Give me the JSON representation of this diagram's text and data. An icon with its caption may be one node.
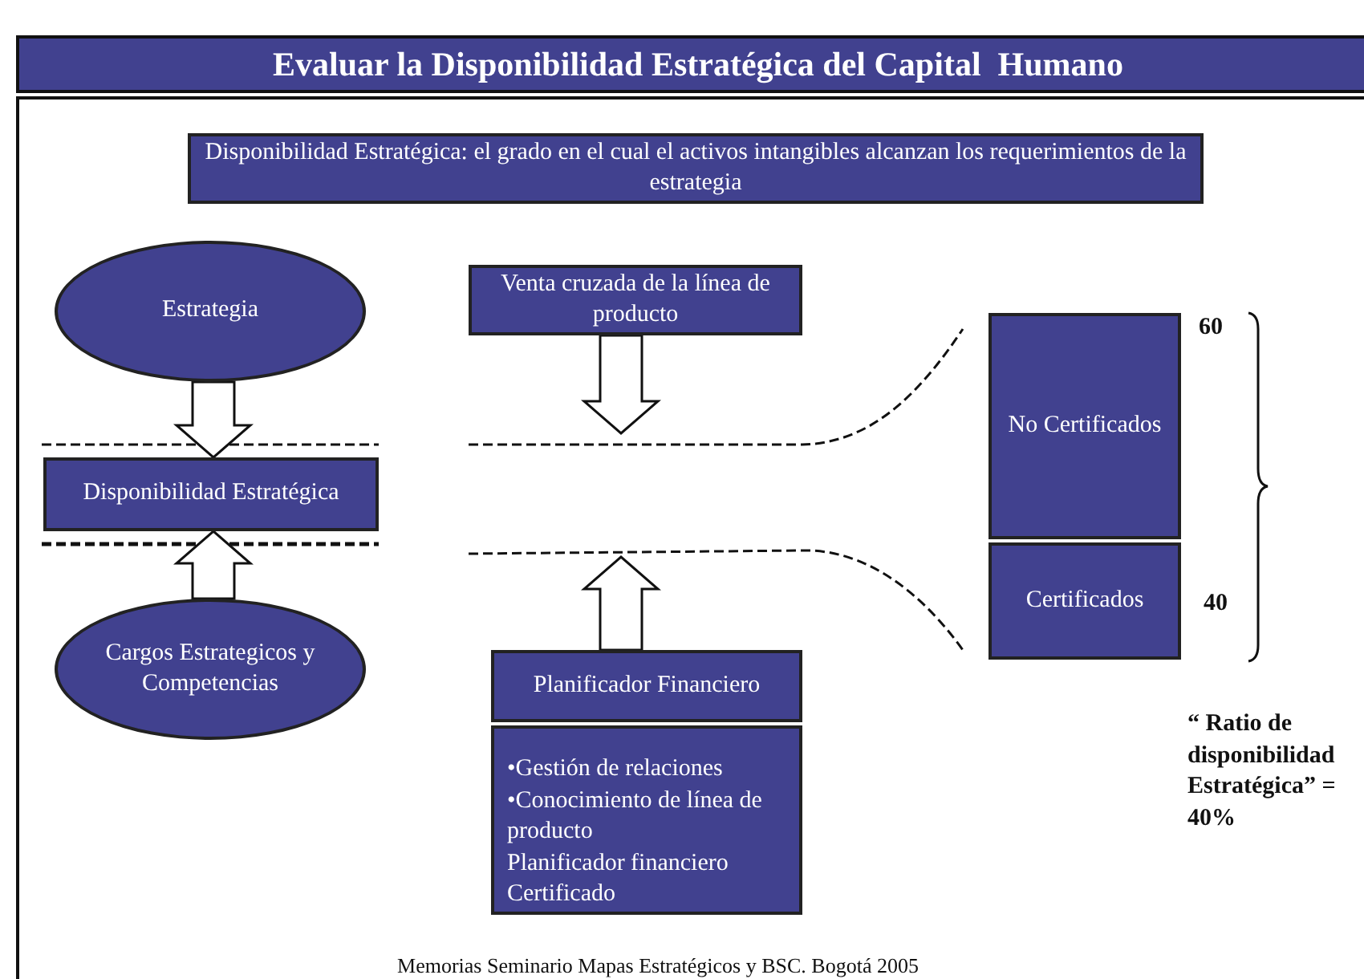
{
  "diagram": {
    "title": "Evaluar la Disponibilidad Estratégica del Capital  Humano",
    "caption": "Memorias Seminario Mapas Estratégicos y BSC. Bogotá 2005",
    "nodes": [
      {
        "text": [
          "Disponibilidad Estratégica: el grado en el cual  el  activos intangibles alcanzan los requerimientos de la estrategia"
        ]
      },
      {
        "text": [
          "Estrategia"
        ]
      },
      {
        "text": [
          "Disponibilidad Estratégica"
        ]
      },
      {
        "text": [
          "Cargos Estrategicos y Competencias"
        ]
      },
      {
        "text": [
          "Venta cruzada de la línea de producto"
        ]
      },
      {
        "text": [
          "Planificador Financiero"
        ]
      },
      {
        "text": [
          "•Gestión de relaciones",
          "•Conocimiento de línea de producto",
          "Planificador financiero Certificado"
        ]
      },
      {
        "text": [
          "No Certificados"
        ],
        "beside": [
          "60"
        ]
      },
      {
        "text": [
          "Certificados"
        ],
        "beside": [
          "40"
        ]
      }
    ],
    "edges": [
      {
        "from": 1,
        "to": 2,
        "arrow": "to"
      },
      {
        "from": 3,
        "to": 2,
        "arrow": "to"
      },
      {
        "from": 4,
        "to": null,
        "arrow": "to"
      },
      {
        "from": 5,
        "to": null,
        "arrow": "to"
      }
    ],
    "labels": [
      "“ Ratio de disponibilidad Estratégica” = 40%"
    ]
  }
}
